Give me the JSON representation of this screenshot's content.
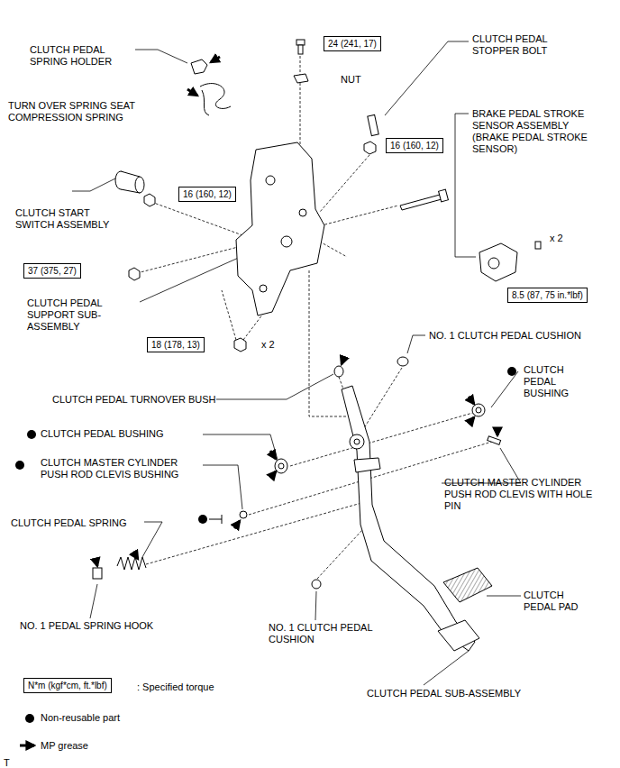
{
  "diagram": {
    "nodes": [
      {
        "text": [
          "24 (241, 17)"
        ]
      },
      {
        "text": [
          "16 (160, 12)"
        ]
      },
      {
        "text": [
          "16 (160, 12)"
        ]
      },
      {
        "text": [
          "37 (375, 27)"
        ]
      },
      {
        "text": [
          "8.5 (87, 75 in.*lbf)"
        ]
      },
      {
        "text": [
          "18 (178, 13)"
        ]
      },
      {
        "text": [
          "N*m (kgf*cm, ft.*lbf)"
        ]
      }
    ],
    "labels": [
      "CLUTCH PEDAL SPRING HOLDER",
      "TURN OVER SPRING SEAT COMPRESSION SPRING",
      "NUT",
      "CLUTCH PEDAL STOPPER BOLT",
      "BRAKE PEDAL STROKE SENSOR ASSEMBLY (BRAKE PEDAL STROKE SENSOR)",
      "x 2",
      "CLUTCH START SWITCH ASSEMBLY",
      "CLUTCH PEDAL SUPPORT SUB-ASSEMBLY",
      "x 2",
      "NO. 1 CLUTCH PEDAL CUSHION",
      "CLUTCH PEDAL BUSHING",
      "CLUTCH PEDAL TURNOVER BUSH",
      "CLUTCH PEDAL BUSHING",
      "CLUTCH MASTER CYLINDER PUSH ROD CLEVIS BUSHING",
      "CLUTCH MASTER CYLINDER PUSH ROD CLEVIS WITH HOLE PIN",
      "CLUTCH PEDAL SPRING",
      "CLUTCH PEDAL PAD",
      "NO. 1 PEDAL SPRING HOOK",
      "NO. 1 CLUTCH PEDAL CUSHION",
      "CLUTCH PEDAL SUB-ASSEMBLY",
      ": Specified torque",
      "T"
    ],
    "legend": [
      {
        "text": "Non-reusable part"
      },
      {
        "text": "MP grease"
      }
    ]
  }
}
